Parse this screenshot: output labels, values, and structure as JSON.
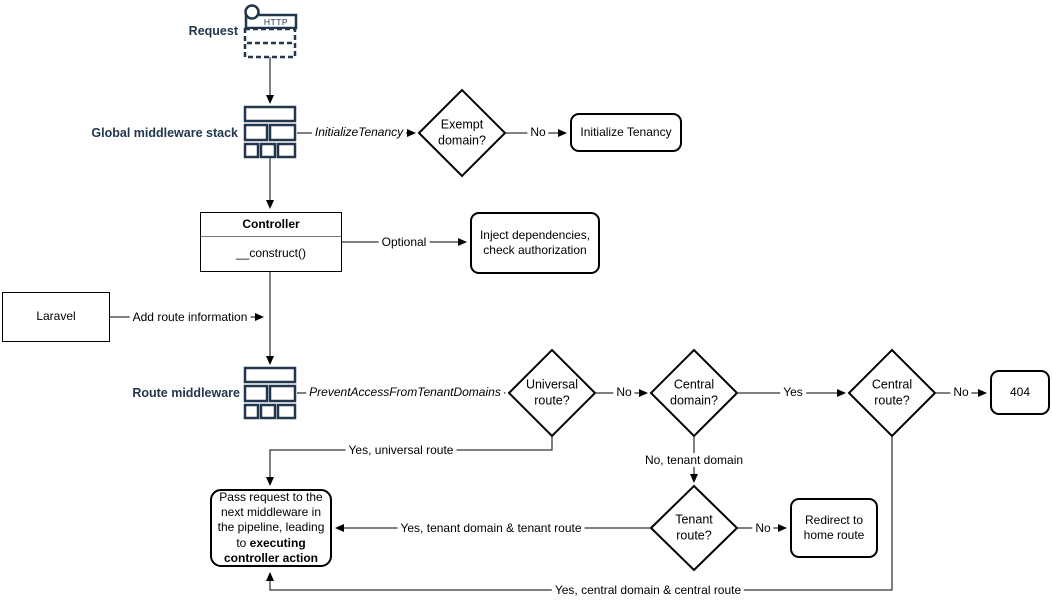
{
  "diagram": {
    "labels": {
      "request": "Request",
      "global_middleware_stack": "Global middleware stack",
      "route_middleware": "Route middleware",
      "http": "HTTP"
    },
    "nodes": {
      "exempt_domain": "Exempt domain?",
      "initialize_tenancy": "Initialize Tenancy",
      "controller": "Controller",
      "construct": "__construct()",
      "inject_dependencies": "Inject dependencies, check authorization",
      "laravel": "Laravel",
      "universal_route": "Universal route?",
      "central_domain": "Central domain?",
      "central_route": "Central route?",
      "error_404": "404",
      "tenant_route": "Tenant route?",
      "redirect_home": "Redirect to home route",
      "pass_request_text": "Pass request to the next middleware in the pipeline, leading to ",
      "pass_request_bold": "executing controller action"
    },
    "edges": {
      "initialize_tenancy_middleware": "InitializeTenancy",
      "prevent_access_middleware": "PreventAccessFromTenantDomains",
      "exempt_no": "No",
      "optional": "Optional",
      "add_route_information": "Add route information",
      "universal_no": "No",
      "central_domain_yes": "Yes",
      "central_route_no": "No",
      "universal_yes": "Yes, universal route",
      "tenant_domain_no": "No, tenant domain",
      "tenant_no": "No",
      "tenant_yes": "Yes, tenant domain & tenant route",
      "central_yes": "Yes, central domain & central route"
    },
    "colors": {
      "icon_navy": "#22374E",
      "shape_stroke": "#000000",
      "background": "#FFFFFF"
    }
  }
}
